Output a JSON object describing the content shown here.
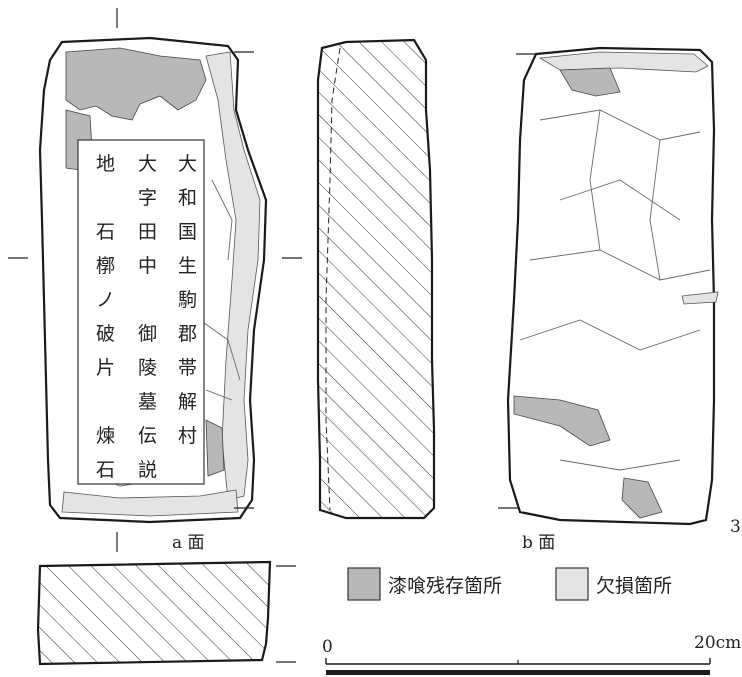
{
  "label_columns": [
    "大和国生駒郡帯解村",
    "大字田中　御陵墓伝説",
    "地　石槨ノ破片　煉石"
  ],
  "face_a_label": "a 面",
  "face_b_label": "b 面",
  "figure_number": "3",
  "legend": {
    "plaster_label": "漆喰残存箇所",
    "missing_label": "欠損箇所"
  },
  "scale": {
    "start_label": "0",
    "end_label": "20cm"
  },
  "colors": {
    "plaster_fill": "#b8b8b8",
    "missing_fill": "#e4e4e4",
    "outline": "#1a1a1a"
  }
}
